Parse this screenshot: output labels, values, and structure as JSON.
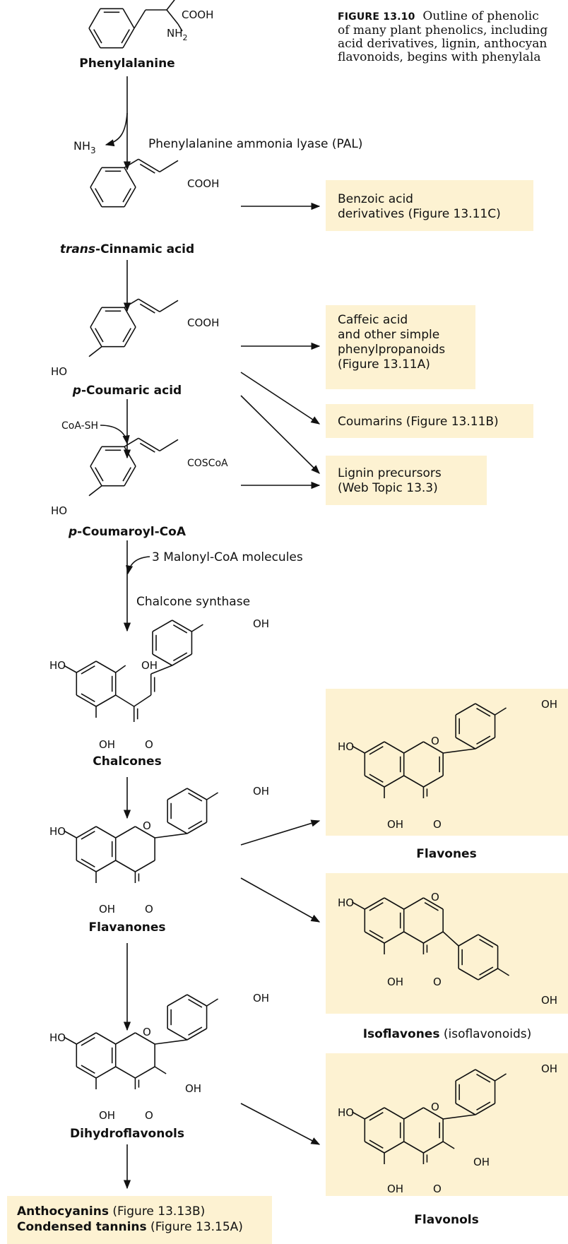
{
  "caption": {
    "fig": "FIGURE 13.10",
    "text": "Outline of phenolic",
    "line2": "of many plant phenolics, including",
    "line3": "acid derivatives, lignin, anthocyan",
    "line4": "flavonoids, begins with phenylala"
  },
  "labels": {
    "phenylalanine": "Phenylalanine",
    "trans_prefix": "trans",
    "trans_rest": "-Cinnamic acid",
    "p_coumaric_prefix": "p",
    "p_coumaric_rest": "-Coumaric acid",
    "p_coumaroyl_prefix": "p",
    "p_coumaroyl_rest": "-Coumaroyl-CoA",
    "chalcones": "Chalcones",
    "flavanones": "Flavanones",
    "dihydroflavonols": "Dihydroflavonols",
    "flavones": "Flavones",
    "isoflavones_bold": "Isoflavones",
    "isoflavones_rest": " (isoflavonoids)",
    "flavonols": "Flavonols"
  },
  "enzymes": {
    "nh3": "NH",
    "nh3_sub": "3",
    "pal": "Phenylalanine ammonia lyase (PAL)",
    "coash": "CoA-SH",
    "malonyl": "3 Malonyl-CoA molecules",
    "chalcone_synthase": "Chalcone synthase"
  },
  "groups": {
    "cooh": "COOH",
    "coscoa": "COSCoA",
    "nh2": "NH",
    "nh2_sub": "2",
    "ho": "HO",
    "oh": "OH",
    "o": "O"
  },
  "boxes": {
    "benzoic_1": "Benzoic acid",
    "benzoic_2": "derivatives (Figure 13.11C)",
    "caffeic_1": "Caffeic acid",
    "caffeic_2": "and other simple",
    "caffeic_3": "phenylpropanoids",
    "caffeic_4": "(Figure 13.11A)",
    "coumarins": "Coumarins (Figure 13.11B)",
    "lignin_1": "Lignin precursors",
    "lignin_2": "(Web Topic 13.3)",
    "antho_bold": "Anthocyanins",
    "antho_rest": " (Figure 13.13B)",
    "tannins_bold": "Condensed tannins",
    "tannins_rest": " (Figure 13.15A)"
  },
  "colors": {
    "box_fill": "#fdf2d2",
    "ink": "#111111"
  }
}
